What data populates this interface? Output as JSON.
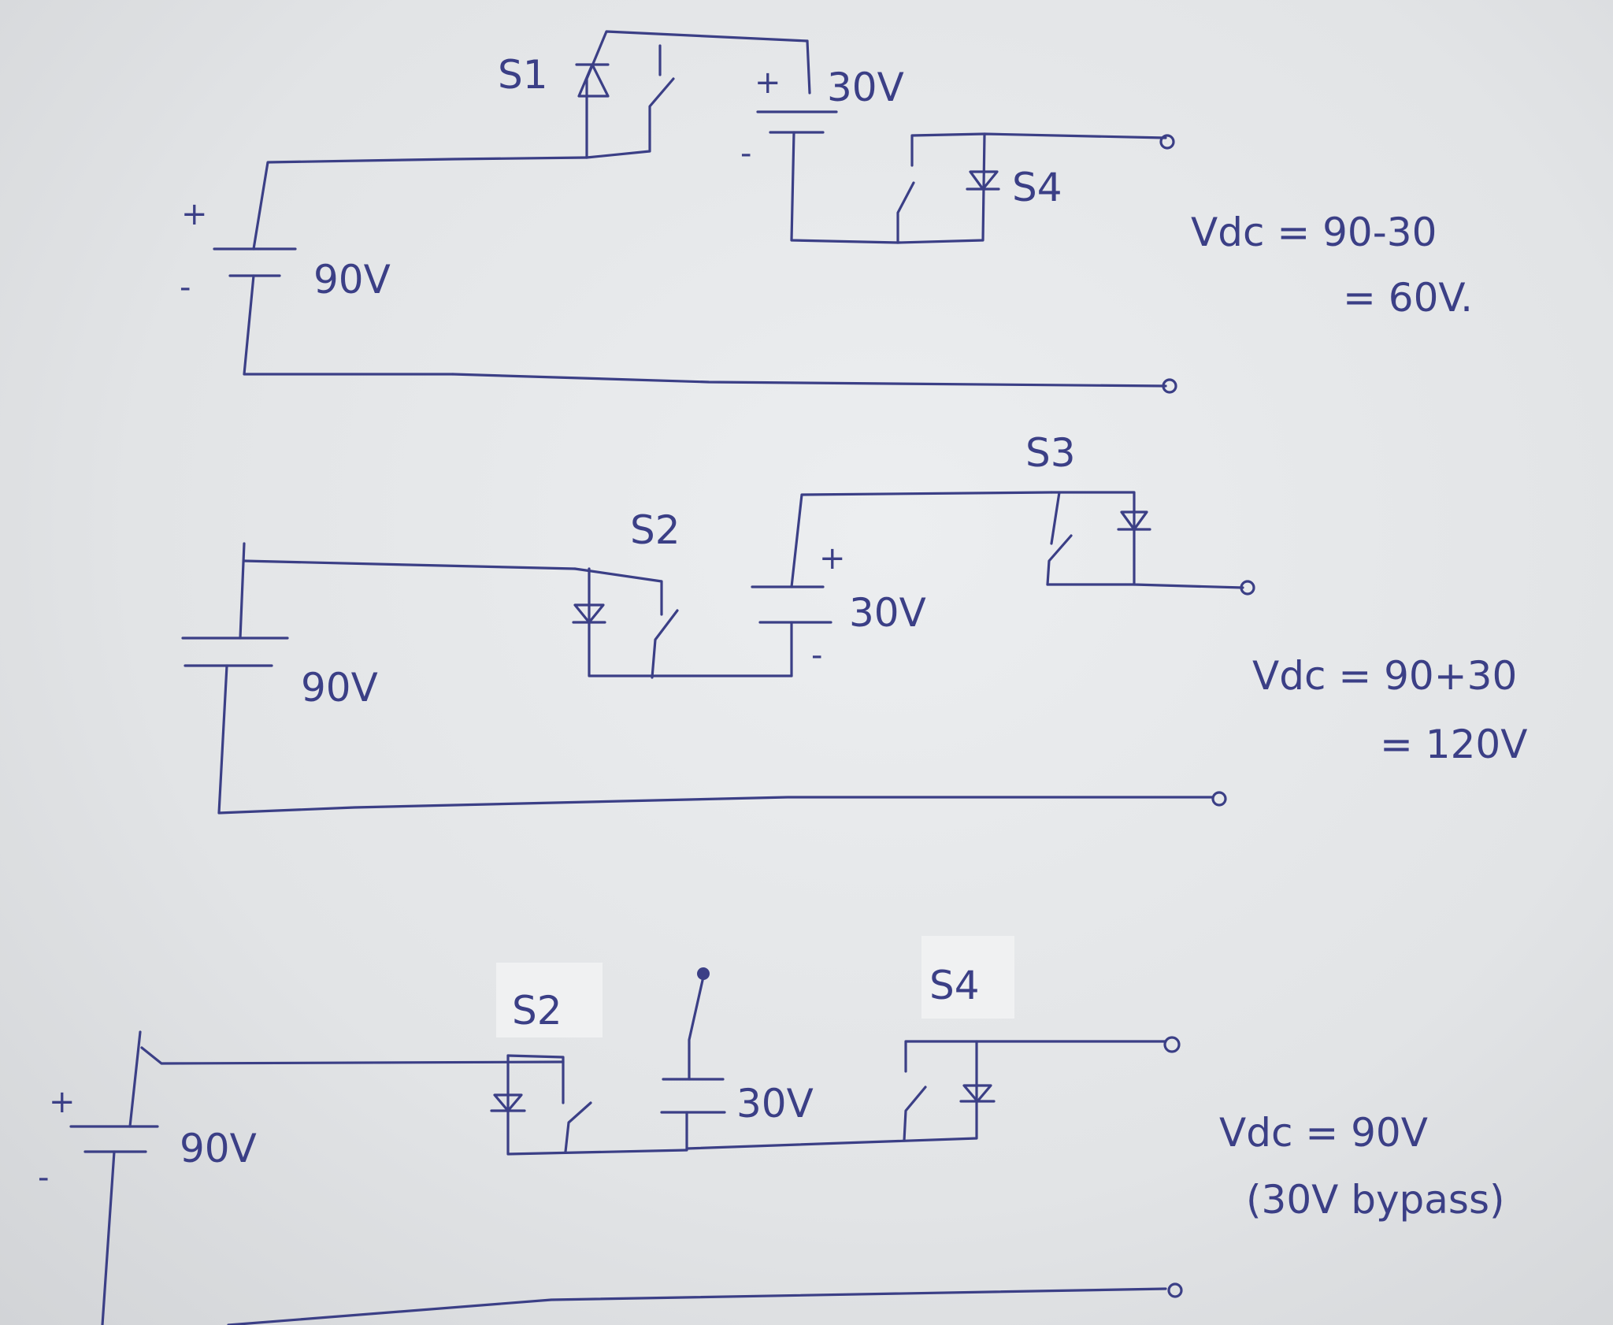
{
  "circuits": [
    {
      "id": "top",
      "source_label": "90V",
      "source_plus": "+",
      "source_minus": "-",
      "aux_label": "30V",
      "aux_plus": "+",
      "aux_minus": "-",
      "switch_a": "S1",
      "switch_b": "S4",
      "result_line1": "Vdc = 90-30",
      "result_line2": "= 60V."
    },
    {
      "id": "middle",
      "source_label": "90V",
      "aux_label": "30V",
      "aux_plus": "+",
      "aux_minus": "-",
      "switch_a": "S2",
      "switch_b": "S3",
      "result_line1": "Vdc = 90+30",
      "result_line2": "= 120V"
    },
    {
      "id": "bottom",
      "source_label": "90V",
      "source_plus": "+",
      "source_minus": "-",
      "aux_label": "30V",
      "switch_a": "S2",
      "switch_b": "S4",
      "result_line1": "Vdc = 90V",
      "result_line2": "(30V bypass)"
    }
  ],
  "colors": {
    "ink": "#3b3f86",
    "paper": "#e4e6e8"
  }
}
